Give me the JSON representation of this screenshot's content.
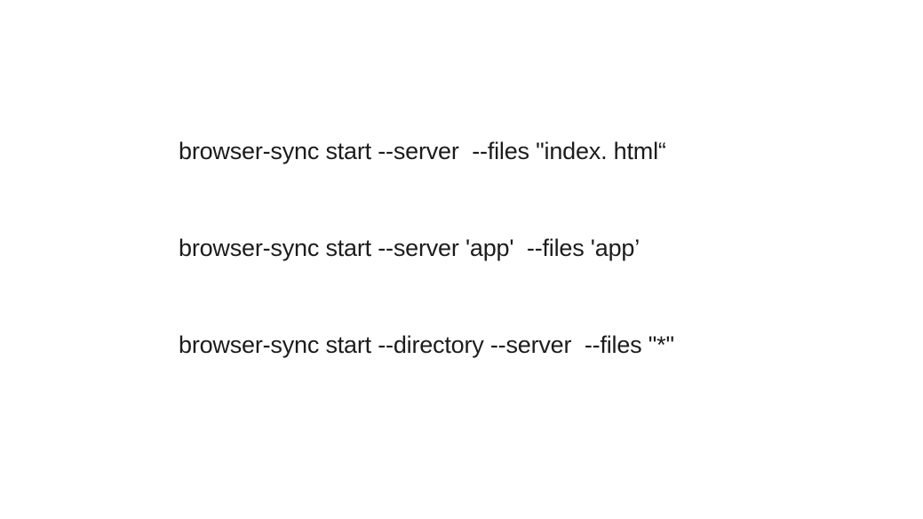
{
  "page": {
    "background_color": "#ffffff",
    "text_color": "#1c1c1c"
  },
  "commands": [
    {
      "text": "browser-sync start --server  --files \"index. html“"
    },
    {
      "text": "browser-sync start --server 'app'  --files 'app’"
    },
    {
      "text": "browser-sync start --directory --server  --files \"*\""
    }
  ]
}
